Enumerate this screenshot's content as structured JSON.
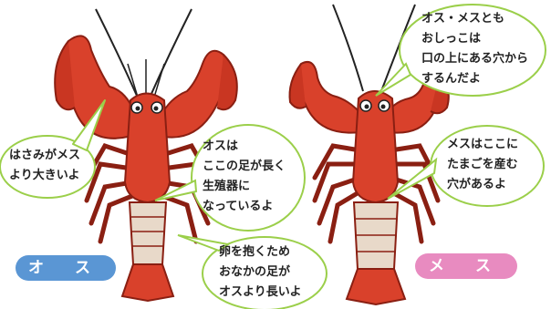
{
  "title_fragment": "ザリガニのオスとメス",
  "labels": {
    "male": "オ ス",
    "female": "メ ス"
  },
  "bubbles": {
    "claw": [
      "はさみがメス",
      "より大きいよ"
    ],
    "male_organ": [
      "オスは",
      "ここの足が長く",
      "生殖器に",
      "なっているよ"
    ],
    "egg_legs": [
      "卵を抱くため",
      "おなかの足が",
      "オスより長いよ"
    ],
    "pee": [
      "オス・メスとも",
      "おしっこは",
      "口の上にある穴から",
      "するんだよ"
    ],
    "egg_hole": [
      "メスはここに",
      "たまごを産む",
      "穴があるよ"
    ]
  },
  "colors": {
    "male_label": "#5a96d4",
    "female_label": "#e88bc0",
    "crayfish_red": "#d9412b",
    "bubble_stroke": "#9bcf4a"
  }
}
